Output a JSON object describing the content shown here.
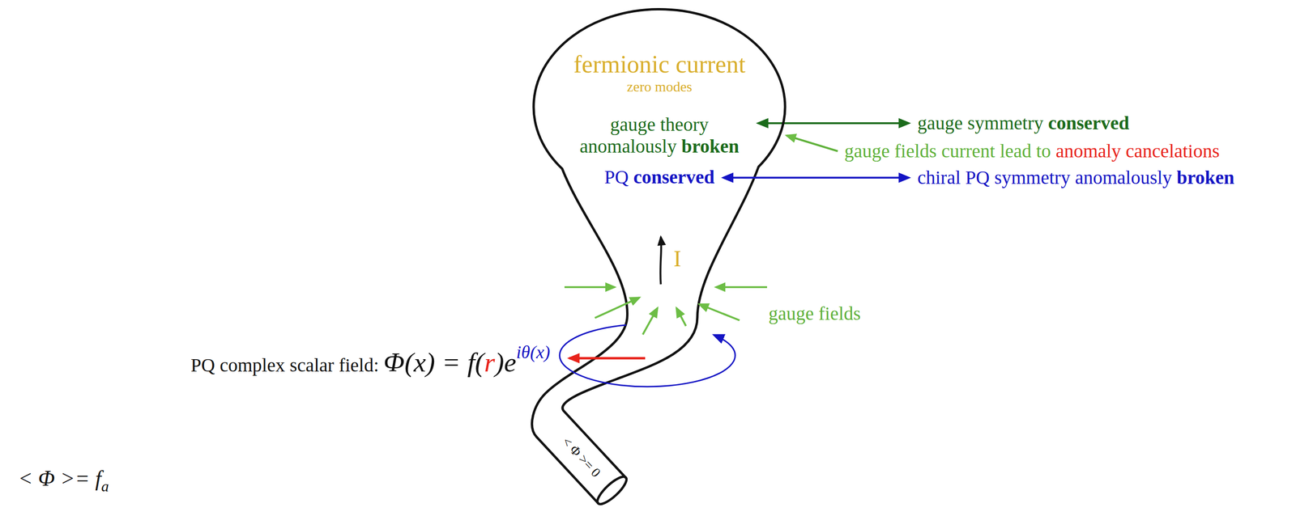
{
  "diagram": {
    "nodes": [
      {
        "text": [
          "fermionic current",
          "zero modes",
          "gauge theory anomalously broken",
          "PQ conserved"
        ]
      }
    ],
    "labels": [
      "gauge symmetry conserved",
      "gauge fields current lead to anomaly cancelations",
      "chiral PQ symmetry anomalously broken",
      "I",
      "gauge fields",
      "PQ complex scalar field: Φ(x) = f(r)eiθ(x)",
      "< Φ >= fa",
      "< Φ >= 0"
    ]
  }
}
